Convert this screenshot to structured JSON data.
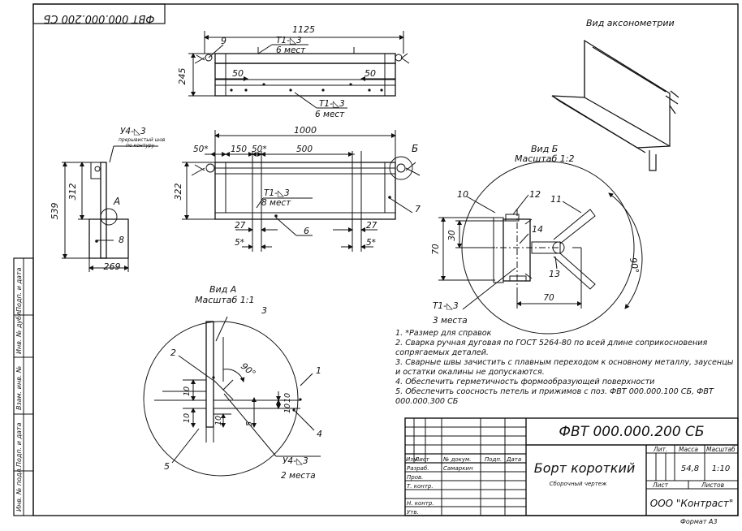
{
  "stamp_code_mirrored": "ФВТ 000.000.200 СБ",
  "views": {
    "axonometry_title": "Вид аксонометрии",
    "view_b_title": "Вид Б",
    "view_b_scale": "Масштаб 1:2",
    "view_a_title": "Вид А",
    "view_a_scale": "Масштаб 1:1",
    "view_a_marker": "А",
    "view_b_marker": "Б"
  },
  "top_view": {
    "dim_total": "1125",
    "dim_height": "245",
    "dim_left": "50",
    "dim_right": "50",
    "pos_9": "9",
    "weld_top": "T1-◺3",
    "weld_top_count": "6 мест",
    "weld_bottom": "T1-◺3",
    "weld_bottom_count": "6 мест"
  },
  "front_view": {
    "dim_1000": "1000",
    "dim_50a": "50*",
    "dim_150": "150",
    "dim_50b": "50*",
    "dim_500": "500",
    "dim_322": "322",
    "weld": "T1-◺3",
    "weld_count": "8 мест",
    "pos_6": "6",
    "pos_7": "7",
    "dim_27a": "27",
    "dim_27b": "27",
    "dim_5a": "5*",
    "dim_5b": "5*"
  },
  "side_view": {
    "weld": "У4-◺3",
    "weld_note_1": "прерывистый шов",
    "weld_note_2": "по контуру",
    "dim_539": "539",
    "dim_312": "312",
    "dim_269": "269",
    "pos_8": "8"
  },
  "detail_b": {
    "pos_10": "10",
    "pos_11": "11",
    "pos_12": "12",
    "pos_13": "13",
    "pos_14": "14",
    "dim_30": "30",
    "dim_70v": "70",
    "dim_70h": "70",
    "angle": "90°",
    "weld": "T1-◺3",
    "weld_count": "3 места"
  },
  "detail_a": {
    "pos_1": "1",
    "pos_2": "2",
    "pos_3": "3",
    "pos_4": "4",
    "pos_5": "5",
    "angle": "90°",
    "dim_10a": "10",
    "dim_10b": "10",
    "dim_10c": "10",
    "dim_10d": "10",
    "dim_10e": "10",
    "dim_5": "5",
    "weld": "У4-◺3",
    "weld_count": "2 места"
  },
  "notes": [
    "1. *Размер для справок",
    "2. Сварка ручная дуговая по ГОСТ 5264-80 по всей длине соприкосновения сопрягаемых деталей.",
    "3. Сварные швы зачистить с плавным переходом к основному металлу, заусенцы и остатки окалины не допускаются.",
    "4. Обеспечить герметичность формообразующей поверхности",
    "5. Обеспечить соосность петель и прижимов с поз. ФВТ 000.000.100 СБ, ФВТ 000.000.300 СБ"
  ],
  "title_block": {
    "designation": "ФВТ 000.000.200 СБ",
    "name": "Борт короткий",
    "doc_type": "Сборочный чертеж",
    "h_izm": "Изм.",
    "h_list": "Лист",
    "h_doc": "№ докум.",
    "h_sign": "Подп.",
    "h_date": "Дата",
    "row_razrab": "Разраб.",
    "razrab_name": "Самаркин",
    "row_prov": "Пров.",
    "row_tkontr": "Т. контр.",
    "row_nkontr": "Н. контр.",
    "row_utv": "Утв.",
    "h_lit": "Лит.",
    "h_mass": "Масса",
    "h_scale": "Масштаб",
    "mass": "54,8",
    "scale": "1:10",
    "h_sheet": "Лист",
    "h_sheets": "Листов",
    "company": "ООО \"Контраст\"",
    "format": "Формат А3"
  },
  "side_stamp": [
    "Инв. № подл.",
    "Подп. и дата",
    "Взам. инв. №",
    "Инв. № дубл.",
    "Подп. и дата"
  ]
}
